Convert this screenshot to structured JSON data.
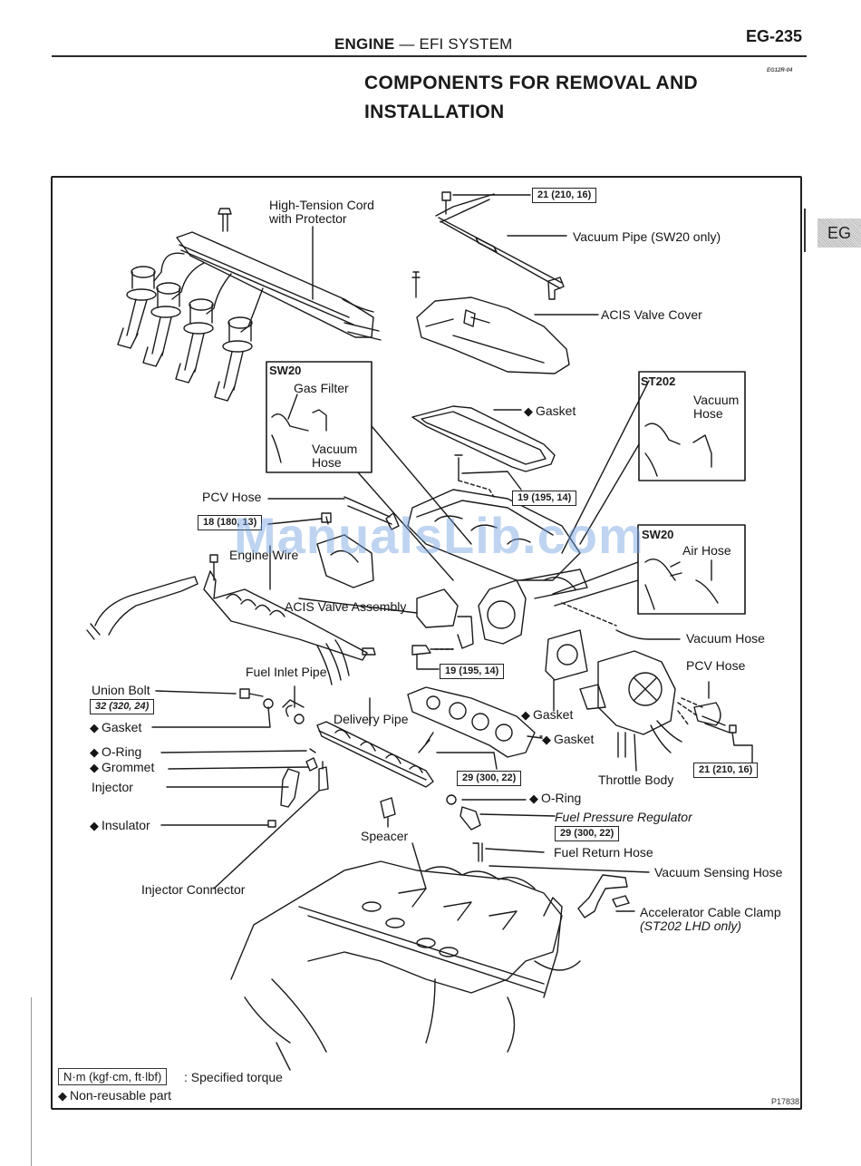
{
  "header": {
    "section_main": "ENGINE",
    "section_sep": " — ",
    "section_sub": "EFI SYSTEM",
    "page_number": "EG-235",
    "doc_code": "EG12R-04",
    "side_tab": "EG"
  },
  "title": {
    "line1": "COMPONENTS FOR REMOVAL AND",
    "line2": "INSTALLATION"
  },
  "diagram": {
    "labels": {
      "high_tension_cord_1": "High-Tension Cord",
      "high_tension_cord_2": "with Protector",
      "vacuum_pipe": "Vacuum Pipe (SW20 only)",
      "acis_valve_cover": "ACIS Valve Cover",
      "gasket_cover": "Gasket",
      "pcv_hose_left": "PCV Hose",
      "engine_wire": "Engine Wire",
      "acis_valve_assembly": "ACIS Valve Assembly",
      "vacuum_hose": "Vacuum Hose",
      "pcv_hose_right": "PCV Hose",
      "fuel_inlet_pipe": "Fuel Inlet Pipe",
      "union_bolt": "Union Bolt",
      "gasket_union": "Gasket",
      "delivery_pipe": "Delivery Pipe",
      "gasket_throttle": "Gasket",
      "gasket_manifold": "Gasket",
      "o_ring_injector": "O-Ring",
      "grommet": "Grommet",
      "injector": "Injector",
      "throttle_body": "Throttle Body",
      "o_ring_regulator": "O-Ring",
      "insulator": "Insulator",
      "fuel_pressure_regulator": "Fuel Pressure Regulator",
      "speacer": "Speacer",
      "fuel_return_hose": "Fuel Return Hose",
      "injector_connector": "Injector Connector",
      "vacuum_sensing_hose": "Vacuum Sensing Hose",
      "accelerator_cable_clamp": "Accelerator Cable Clamp",
      "accelerator_cable_clamp_note": "(ST202 LHD only)"
    },
    "insets": {
      "sw20_gas": {
        "title": "SW20",
        "label1": "Gas Filter",
        "label2a": "Vacuum",
        "label2b": "Hose"
      },
      "st202": {
        "title": "ST202",
        "label1a": "Vacuum",
        "label1b": "Hose"
      },
      "sw20_air": {
        "title": "SW20",
        "label1": "Air Hose"
      }
    },
    "torques": {
      "vacuum_pipe": "21 (210, 16)",
      "cover_bolt": "19 (195, 14)",
      "acis_nut": "18 (180, 13)",
      "throttle_bolt": "19 (195, 14)",
      "union_bolt": "32 (320, 24)",
      "manifold": "29 (300, 22)",
      "throttle_body": "21 (210, 16)",
      "regulator": "29 (300, 22)"
    },
    "non_reusable_marker": "◆"
  },
  "legend": {
    "torque_unit": "N·m (kgf·cm, ft·lbf)",
    "torque_desc": ": Specified torque",
    "non_reusable": "Non-reusable part"
  },
  "figure_code": "P17838",
  "watermark": "ManualsLib.com"
}
